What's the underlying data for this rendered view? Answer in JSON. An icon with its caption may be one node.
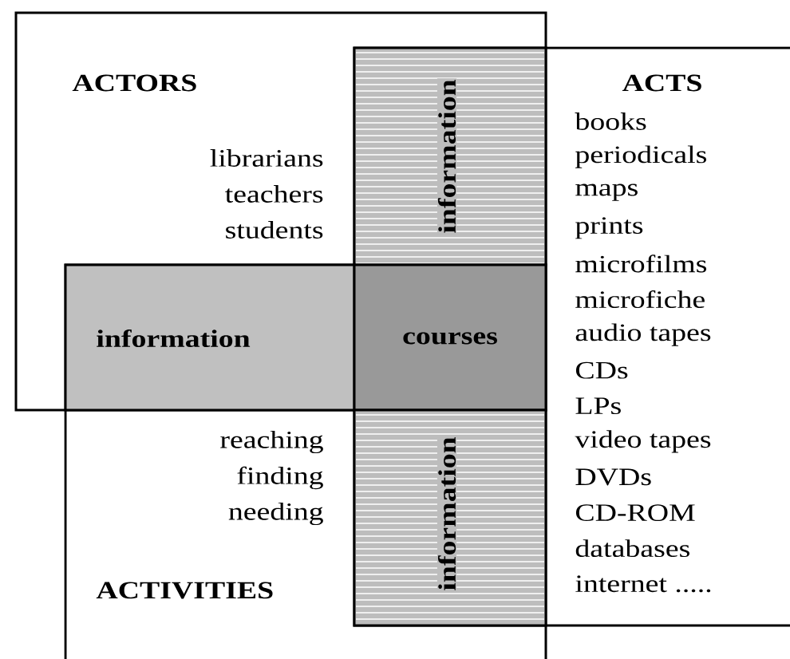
{
  "diagram": {
    "nodes": [
      {
        "text": [
          "ACTORS",
          "librarians",
          "teachers",
          "students"
        ]
      },
      {
        "text": [
          "ACTS",
          "books",
          "periodicals",
          "maps",
          "prints",
          "microfilms",
          "microfiche",
          "audio tapes",
          "CDs",
          "LPs",
          "video tapes",
          "DVDs",
          "CD-ROM",
          "databases",
          "internet ....."
        ]
      },
      {
        "text": [
          "reaching",
          "finding",
          "needing",
          "ACTIVITIES"
        ]
      },
      {
        "text": [
          "information"
        ]
      },
      {
        "text": [
          "information"
        ]
      },
      {
        "text": [
          "courses"
        ]
      },
      {
        "text": [
          "information"
        ]
      }
    ]
  }
}
